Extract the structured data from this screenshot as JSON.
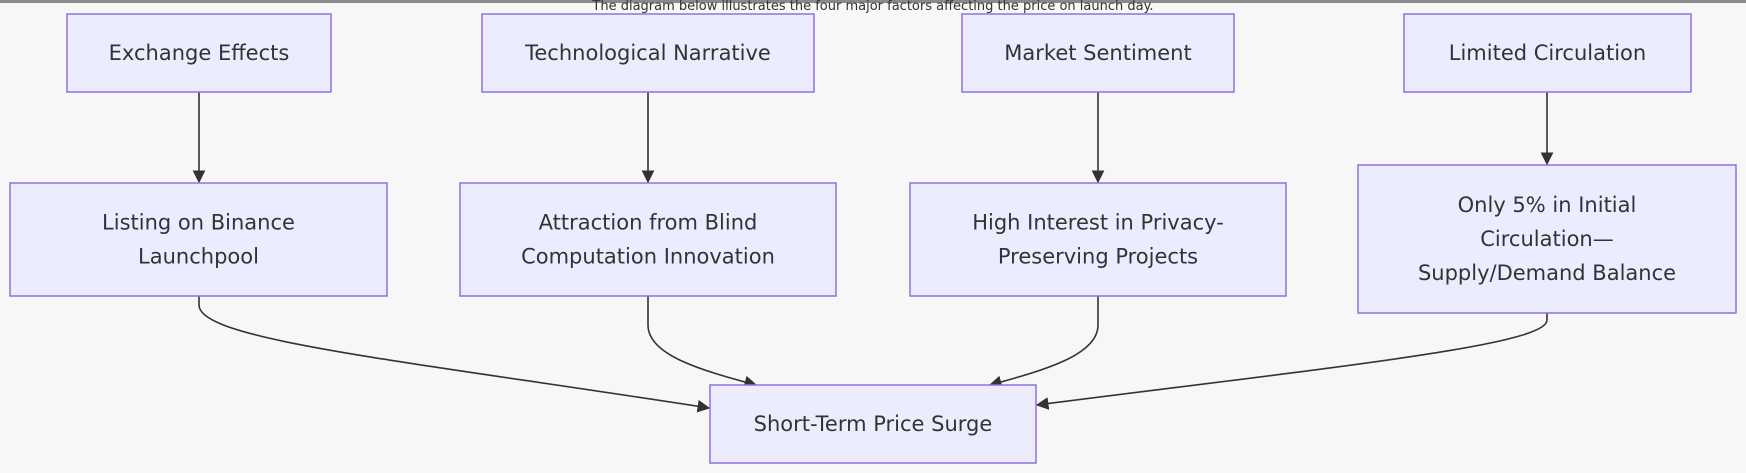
{
  "caption": "The diagram below illustrates the four major factors affecting the price on launch day.",
  "colors": {
    "node_fill": "#ececff",
    "node_stroke": "#9370db",
    "edge": "#333333"
  },
  "nodes": {
    "exchange": [
      "Exchange Effects"
    ],
    "tech": [
      "Technological Narrative"
    ],
    "sentiment": [
      "Market Sentiment"
    ],
    "circulation": [
      "Limited Circulation"
    ],
    "binance": [
      "Listing on Binance",
      "Launchpool"
    ],
    "blind": [
      "Attraction from Blind",
      "Computation Innovation"
    ],
    "privacy": [
      "High Interest in Privacy-",
      "Preserving Projects"
    ],
    "supply": [
      "Only 5% in Initial",
      "Circulation—",
      "Supply/Demand Balance"
    ],
    "surge": [
      "Short-Term Price Surge"
    ]
  },
  "edges": [
    [
      "exchange",
      "binance"
    ],
    [
      "tech",
      "blind"
    ],
    [
      "sentiment",
      "privacy"
    ],
    [
      "circulation",
      "supply"
    ],
    [
      "binance",
      "surge"
    ],
    [
      "blind",
      "surge"
    ],
    [
      "privacy",
      "surge"
    ],
    [
      "supply",
      "surge"
    ]
  ]
}
